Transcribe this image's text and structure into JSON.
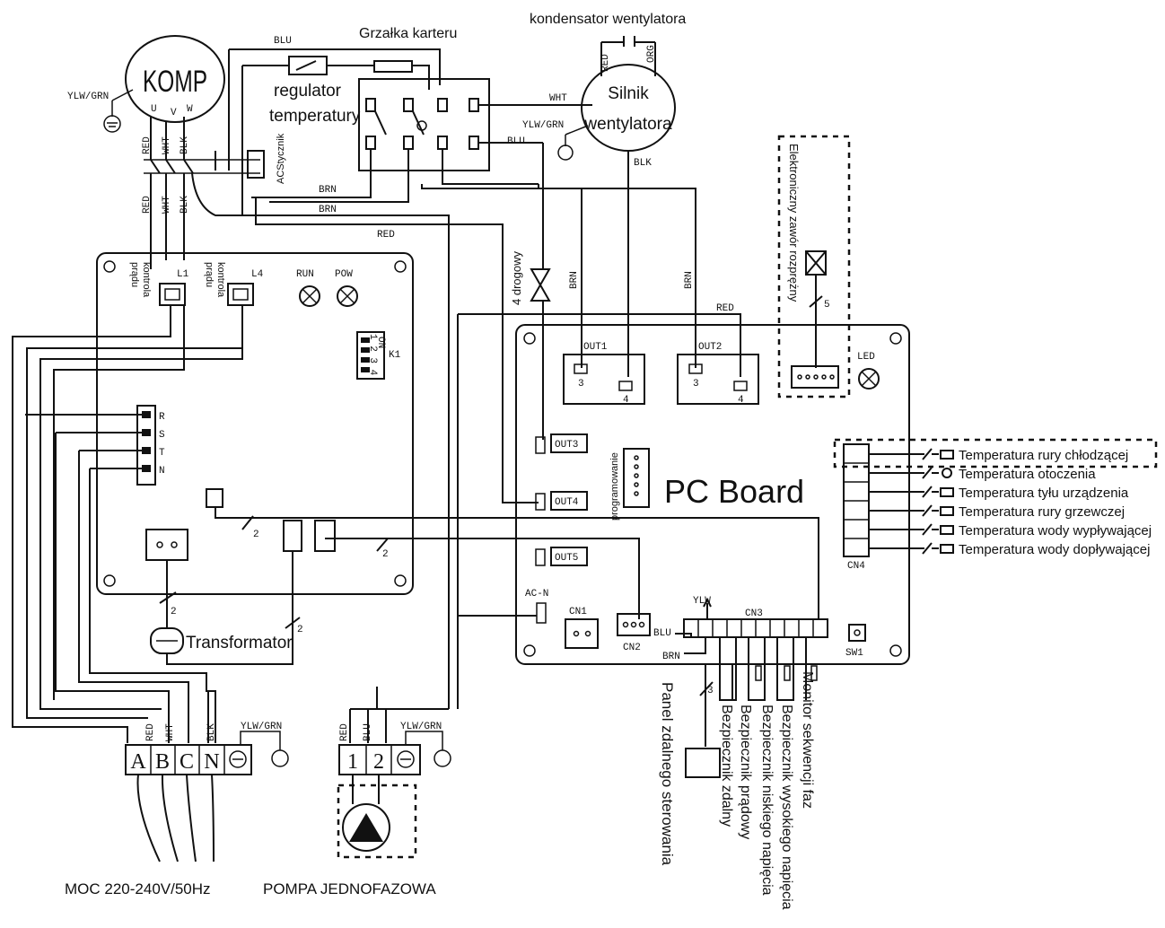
{
  "diagram": {
    "compressor": {
      "label": "KOMP",
      "terminals": [
        "U",
        "V",
        "W"
      ]
    },
    "crankcase_heater": "Grzałka karteru",
    "fan_capacitor": "kondensator wentylatora",
    "fan_motor": {
      "line1": "Silnik",
      "line2": "wentylatora"
    },
    "temp_regulator": {
      "line1": "regulator",
      "line2": "temperatury"
    },
    "ac_contactor": "ACStycznik",
    "current_monitor": {
      "line1": "kontrola",
      "line2": "prądu"
    },
    "l1": "L1",
    "l4": "L4",
    "run": "RUN",
    "pow": "POW",
    "k1": "K1",
    "on": "ON",
    "dip": "1 2 3 4",
    "phase_terminals": [
      "R",
      "S",
      "T",
      "N"
    ],
    "transformer": "Transformator",
    "valve_4way": "4 drogowy",
    "exv": "Elektroniczny zawór rozprężny",
    "pc_board": "PC Board",
    "programming": "programowanie",
    "led": "LED",
    "outs": [
      "OUT1",
      "OUT2",
      "OUT3",
      "OUT4",
      "OUT5"
    ],
    "cn": {
      "cn1": "CN1",
      "cn2": "CN2",
      "cn3": "CN3",
      "cn4": "CN4",
      "acn": "AC-N",
      "sw1": "SW1"
    },
    "pins": {
      "three": "3",
      "four": "4",
      "five": "5",
      "two": "2"
    },
    "wire_colors": {
      "blu": "BLU",
      "red": "RED",
      "wht": "WHT",
      "blk": "BLK",
      "brn": "BRN",
      "ylw_grn": "YLW/GRN",
      "orn": "ORG",
      "ylw": "YLW"
    },
    "sensors": [
      "Temperatura rury chłodzącej",
      "Temperatura otoczenia",
      "Temperatura tyłu urządzenia",
      "Temperatura rury grzewczej",
      "Temperatura wody wypływającej",
      "Temperatura wody dopływającej"
    ],
    "bottom_labels": [
      "Panel zdalnego sterowania",
      "Bezpiecznik zdalny",
      "Bezpiecznik prądowy",
      "Bezpiecznik niskiego napięcia",
      "Bezpiecznik wysokiego napięcia",
      "Monitor sekwencji faz"
    ],
    "power_terminals": [
      "A",
      "B",
      "C",
      "N"
    ],
    "pump_terminals": [
      "1",
      "2"
    ],
    "power_label": "MOC 220-240V/50Hz",
    "pump_label": "POMPA JEDNOFAZOWA"
  }
}
